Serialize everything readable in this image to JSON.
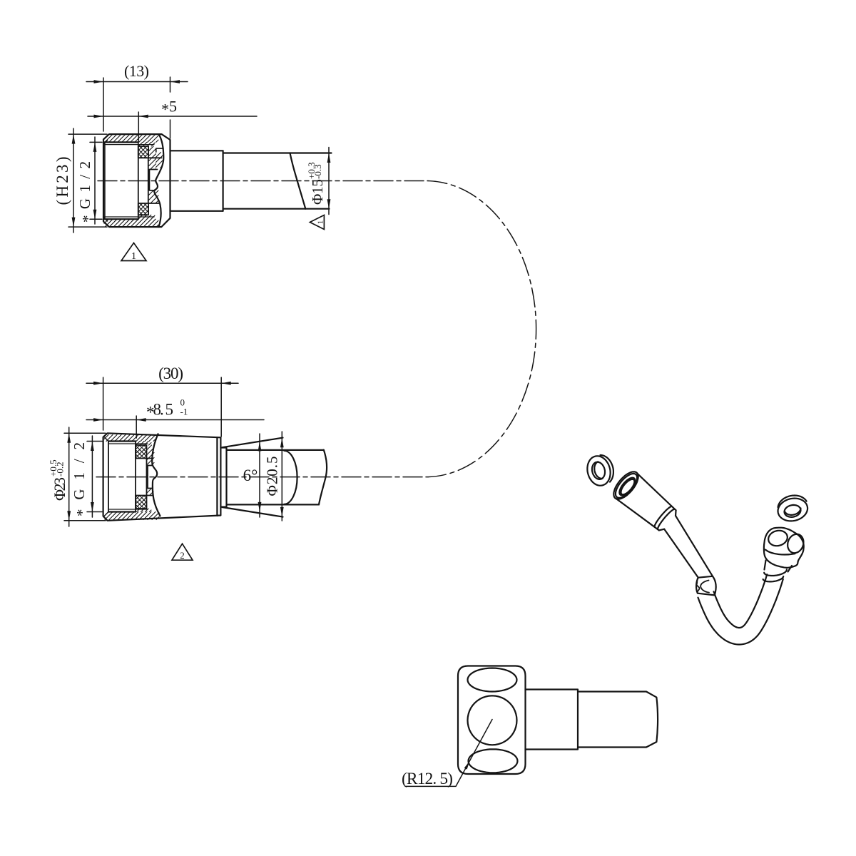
{
  "drawing": {
    "type": "engineering-drawing",
    "description": "Shower hose fitting technical drawing: two section views of the hose end fittings, dash-dot connection arc, isometric view of the hose assembly with washers, and an elbow fitting end view",
    "background": "#ffffff",
    "line_color": "#141414"
  },
  "view1": {
    "name": "nut-end-section",
    "dims": {
      "width_ref": "(13)",
      "insert_depth": "*5",
      "height_ref": "(H23)",
      "thread": "*G1/2",
      "pipe_dia": {
        "main": "Φ15",
        "upper": "+0.3",
        "lower": "-0.3"
      }
    },
    "flags": {
      "nut": "1",
      "pipe": "1"
    }
  },
  "view2": {
    "name": "cone-end-section",
    "dims": {
      "length_ref": "(30)",
      "depth": {
        "main": "*8. 5",
        "upper": "0",
        "lower": "-1"
      },
      "outer_dia": {
        "main": "Φ23",
        "upper": "+0.5",
        "lower": "-0.2"
      },
      "thread": "*G1/2",
      "taper_angle": "6°",
      "sleeve_dia": "Φ20.5"
    },
    "flags": {
      "body": "2"
    }
  },
  "elbow": {
    "name": "elbow-end-view",
    "dims": {
      "radius_ref": "(R12. 5)"
    }
  },
  "hose_isometric": {
    "name": "hose-assembly-isometric"
  }
}
